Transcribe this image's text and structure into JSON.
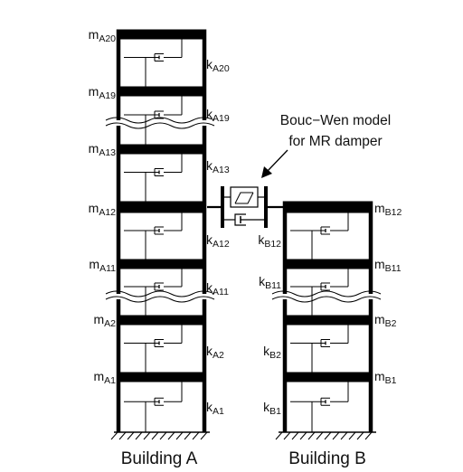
{
  "buildings": {
    "A": {
      "caption": "Building A",
      "floors": [
        {
          "mass_base": "m",
          "mass_sub": "A1",
          "stiff_base": "k",
          "stiff_sub": "A1"
        },
        {
          "mass_base": "m",
          "mass_sub": "A2",
          "stiff_base": "k",
          "stiff_sub": "A2"
        },
        {
          "mass_base": "m",
          "mass_sub": "A11",
          "stiff_base": "k",
          "stiff_sub": "A11"
        },
        {
          "mass_base": "m",
          "mass_sub": "A12",
          "stiff_base": "k",
          "stiff_sub": "A12"
        },
        {
          "mass_base": "m",
          "mass_sub": "A13",
          "stiff_base": "k",
          "stiff_sub": "A13"
        },
        {
          "mass_base": "m",
          "mass_sub": "A19",
          "stiff_base": "k",
          "stiff_sub": "A19"
        },
        {
          "mass_base": "m",
          "mass_sub": "A20",
          "stiff_base": "k",
          "stiff_sub": "A20"
        }
      ]
    },
    "B": {
      "caption": "Building B",
      "floors": [
        {
          "mass_base": "m",
          "mass_sub": "B1",
          "stiff_base": "k",
          "stiff_sub": "B1"
        },
        {
          "mass_base": "m",
          "mass_sub": "B2",
          "stiff_base": "k",
          "stiff_sub": "B2"
        },
        {
          "mass_base": "m",
          "mass_sub": "B11",
          "stiff_base": "k",
          "stiff_sub": "B11"
        },
        {
          "mass_base": "m",
          "mass_sub": "B12",
          "stiff_base": "k",
          "stiff_sub": "B12"
        }
      ]
    }
  },
  "damper": {
    "label_line1": "Bouc−Wen model",
    "label_line2": "for MR damper"
  }
}
